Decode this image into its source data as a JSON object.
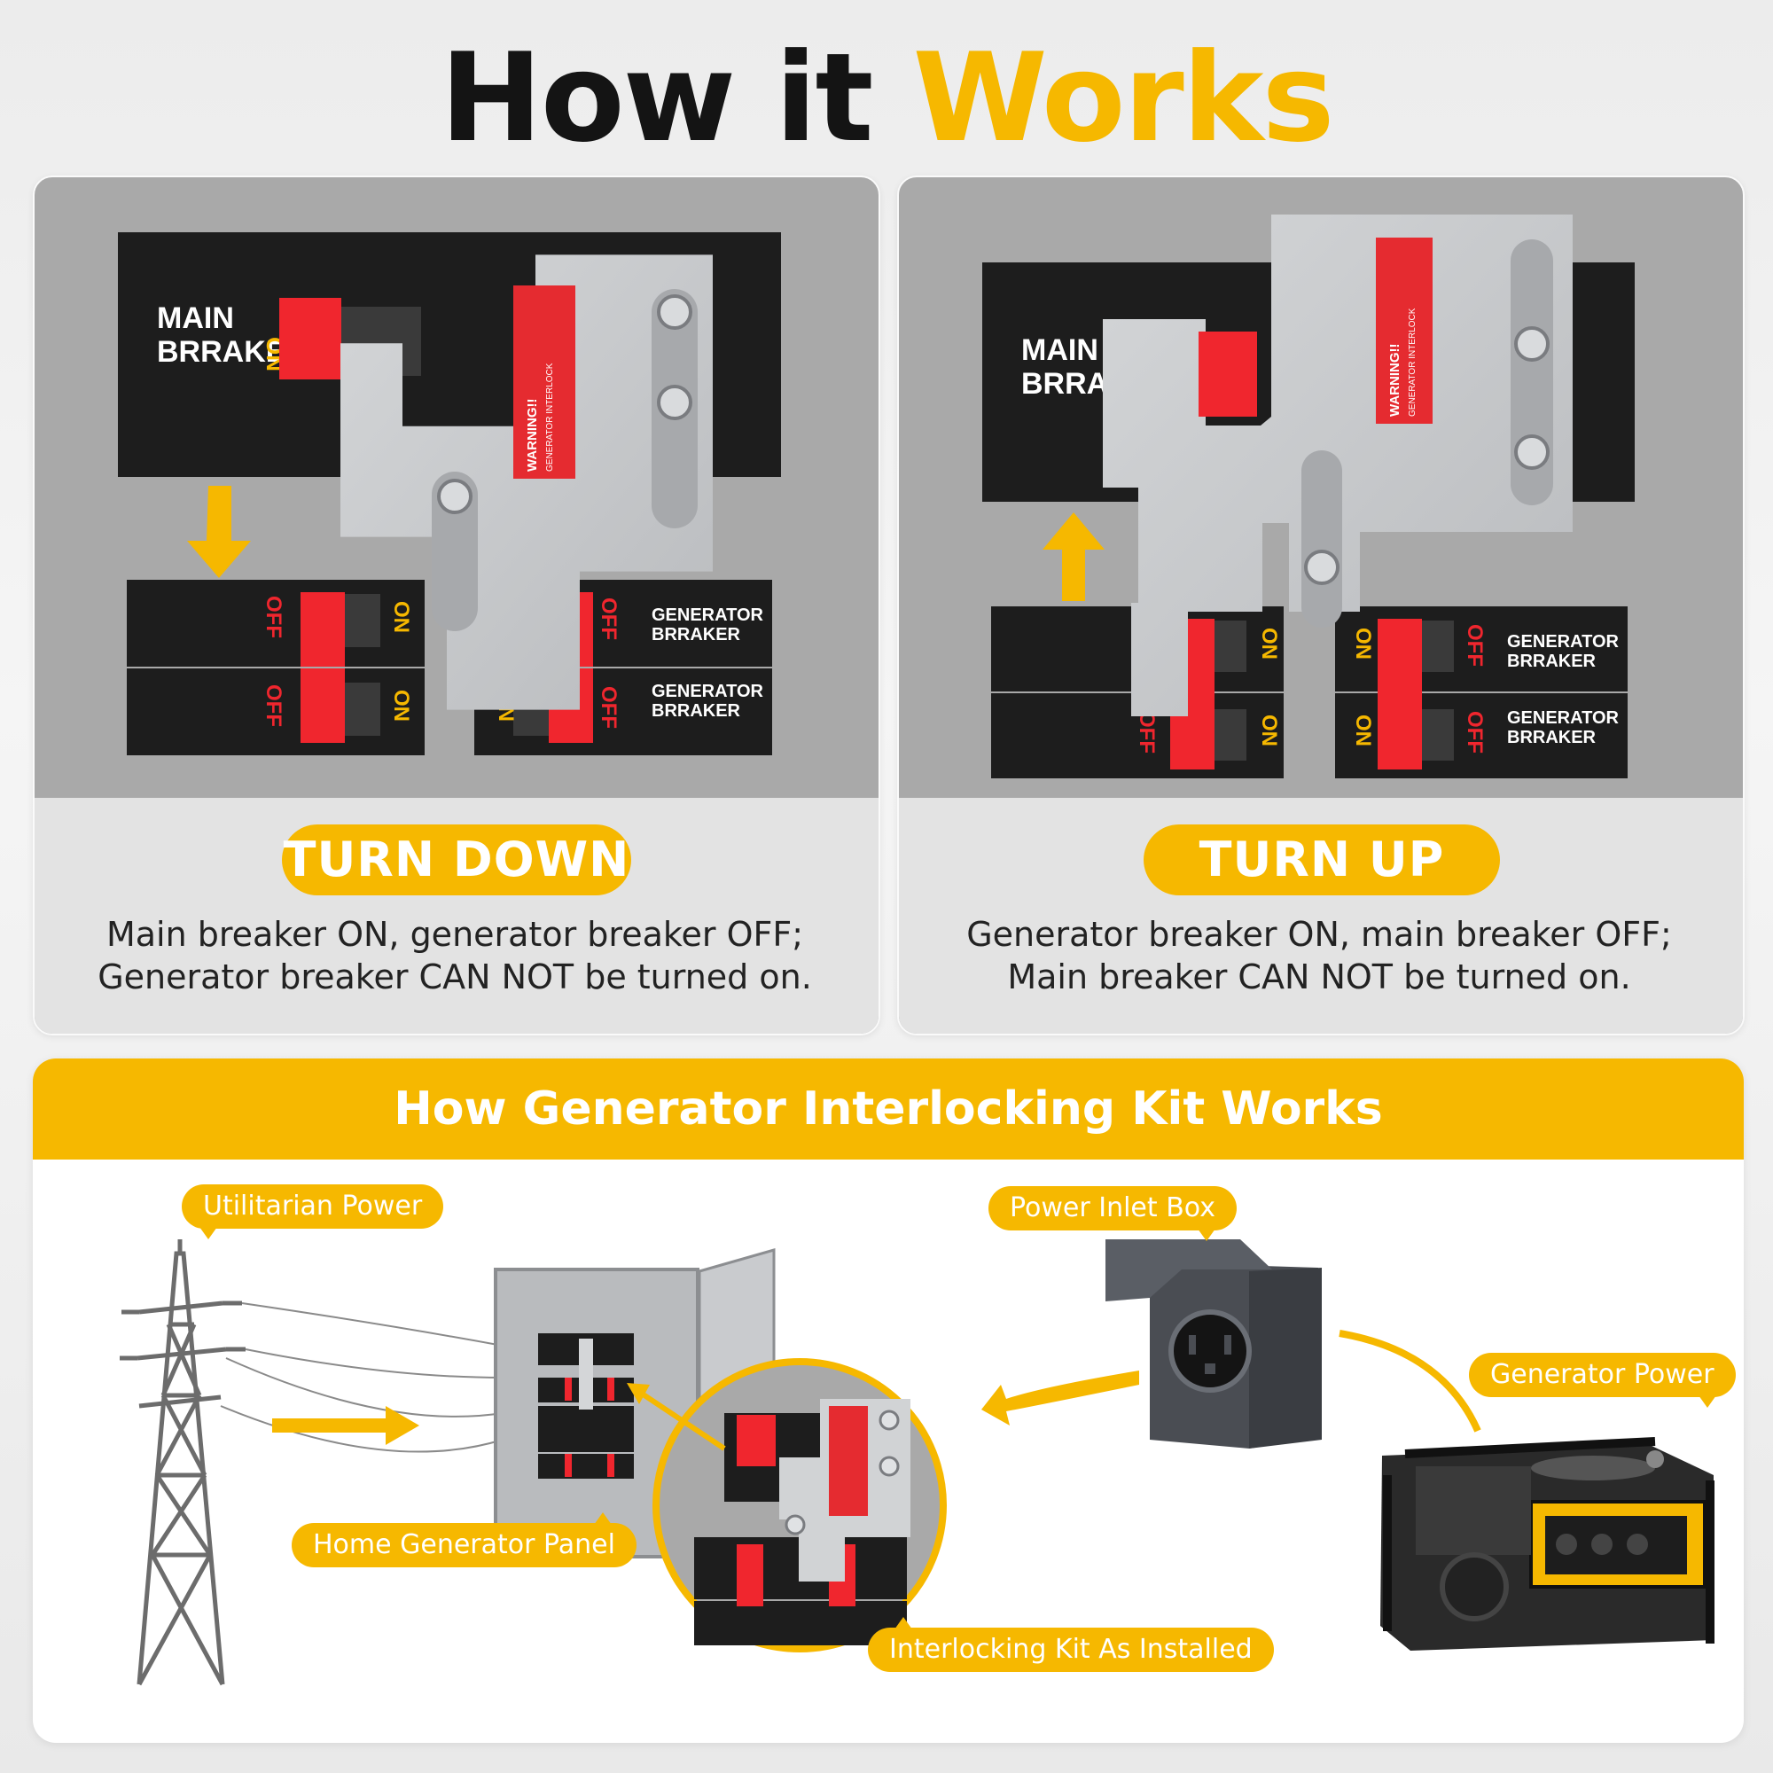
{
  "header": {
    "title_part1": "How it ",
    "title_part2": "Works"
  },
  "panels": [
    {
      "pill": "TURN DOWN",
      "desc_line1": "Main breaker ON, generator breaker OFF;",
      "desc_line2": "Generator breaker CAN NOT be turned on.",
      "main_label_1": "MAIN",
      "main_label_2": "BRRAKER",
      "on_text": "ON",
      "off_text": "OFF",
      "gen_label_1": "GENERATOR",
      "gen_label_2": "BRRAKER",
      "warning_title": "WARNING!!",
      "warning_sub": "GENERATOR INTERLOCK"
    },
    {
      "pill": "TURN UP",
      "desc_line1": "Generator breaker ON, main breaker OFF;",
      "desc_line2": "Main breaker CAN NOT be turned on.",
      "main_label_1": "MAIN",
      "main_label_2": "BRRAKER",
      "on_text": "ON",
      "off_text": "OFF",
      "gen_label_1": "GENERATOR",
      "gen_label_2": "BRRAKER",
      "warning_title": "WARNING!!",
      "warning_sub": "GENERATOR INTERLOCK"
    }
  ],
  "bottom": {
    "title": "How Generator Interlocking Kit Works",
    "labels": {
      "utility": "Utilitarian Power",
      "inlet": "Power Inlet Box",
      "generator": "Generator Power",
      "panel": "Home Generator Panel",
      "kit": "Interlocking Kit As Installed"
    }
  },
  "colors": {
    "accent": "#f6b800",
    "breaker_red": "#f0262e",
    "breaker_black": "#1d1d1d",
    "plate_silver": "#c9cbcd",
    "panel_gray": "#a9a9a9"
  },
  "icons": [
    "arrow-down-icon",
    "arrow-up-icon",
    "arrow-right-icon",
    "arrow-left-icon",
    "power-tower-icon",
    "generator-icon",
    "inlet-box-icon",
    "electrical-panel-icon",
    "magnifier-icon"
  ]
}
